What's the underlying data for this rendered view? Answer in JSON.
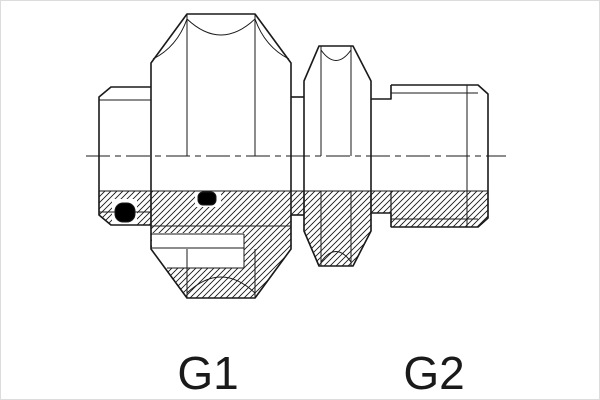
{
  "drawing": {
    "type": "technical-drawing",
    "subject": "male adapter fitting with swivel nut, locknut and O-ring seals, half-section view",
    "background_color": "#ffffff",
    "line_color": "#1a1a1a",
    "seal_color": "#000000",
    "labels": {
      "left_port": "G1",
      "right_port": "G2"
    }
  }
}
